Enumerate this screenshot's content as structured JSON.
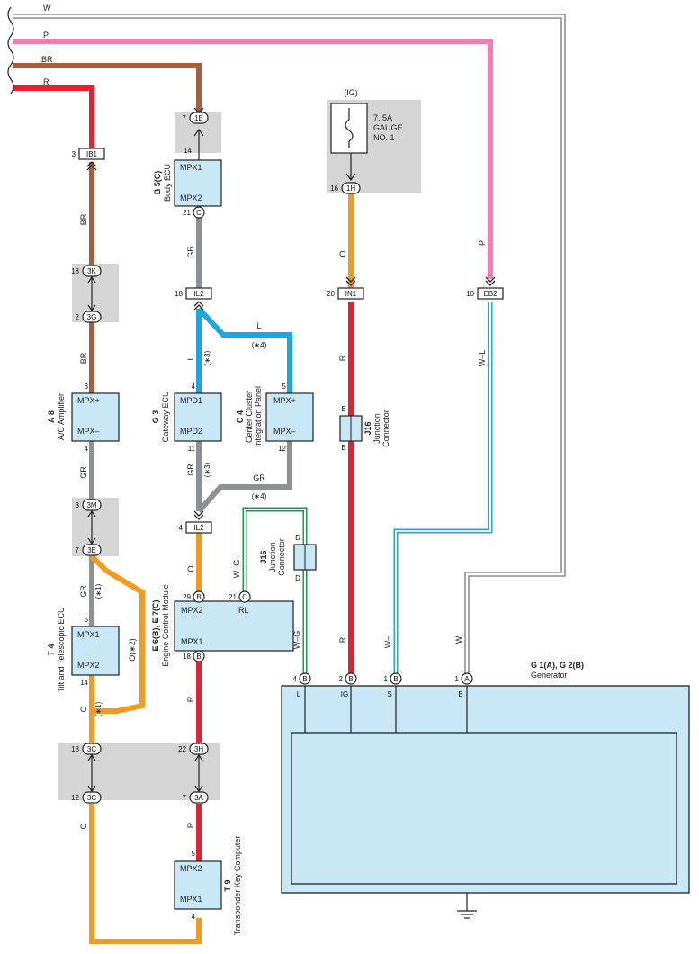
{
  "wires": {
    "w": "W",
    "p": "P",
    "br": "BR",
    "r": "R",
    "gr": "GR",
    "o": "O",
    "l": "L",
    "wl": "W–L",
    "wg": "W–G",
    "br_ib1": "BR",
    "br_3g": "BR",
    "gr_a8": "GR",
    "gr_t4": "GR",
    "o_t4": "O",
    "o_ic2": "O(∗2)",
    "gr_g3": "GR",
    "l_g3": "L",
    "gr_c4": "GR",
    "l_c4": "L",
    "o_e6": "O",
    "r_e6": "R",
    "r_3a": "R",
    "o_bottom": "O",
    "r_in1": "R",
    "r_j16": "R",
    "o_ig": "O",
    "p_eb2": "P",
    "wl_eb2": "W–L",
    "wl_gen": "W–L",
    "w_gen": "W",
    "wg_top": "W–G",
    "wg_gen": "W–G"
  },
  "notes": {
    "n1a": "(∗1)",
    "n1b": "(∗1)",
    "n3a": "(∗3)",
    "n3b": "(∗3)",
    "n4a": "(∗4)",
    "n4b": "(∗4)"
  },
  "connectors": {
    "ib1": {
      "code": "IB1",
      "pin": "3"
    },
    "il2_top": {
      "code": "IL2",
      "pin": "18"
    },
    "il2_bot": {
      "code": "IL2",
      "pin": "4"
    },
    "in1": {
      "code": "IN1",
      "pin": "20"
    },
    "eb2": {
      "code": "EB2",
      "pin": "10"
    }
  },
  "junctions": {
    "j_1e": {
      "code": "1E",
      "pin": "7"
    },
    "j_3k": {
      "code": "3K",
      "pin": "18"
    },
    "j_3g": {
      "code": "3G",
      "pin": "2"
    },
    "j_3m": {
      "code": "3M",
      "pin": "3"
    },
    "j_3e": {
      "code": "3E",
      "pin": "7"
    },
    "j_1h": {
      "code": "1H",
      "pin": "16"
    },
    "j_3c_top": {
      "code": "3C",
      "pin": "13"
    },
    "j_3c_bot": {
      "code": "3C",
      "pin": "12"
    },
    "j_3h": {
      "code": "3H",
      "pin": "22"
    },
    "j_3a": {
      "code": "3A",
      "pin": "7"
    }
  },
  "fuse": {
    "ig": "(IG)",
    "rating": "7. 5A",
    "line2": "GAUGE",
    "line3": "NO. 1"
  },
  "components": {
    "b5": {
      "ref": "B 5(C)",
      "name": "Body ECU",
      "top": "MPX1",
      "bottom": "MPX2",
      "pin_top": "14",
      "pin_bottom": "21",
      "bottom_code": "C"
    },
    "a8": {
      "ref": "A 8",
      "name": "A/C Amplifier",
      "top": "MPX+",
      "bottom": "MPX–",
      "pin_top": "3",
      "pin_bottom": "4"
    },
    "t4": {
      "ref": "T 4",
      "name": "Tilt and Telescopic ECU",
      "top": "MPX1",
      "bottom": "MPX2",
      "pin_top": "5",
      "pin_bottom": "14"
    },
    "g3": {
      "ref": "G 3",
      "name": "Gateway ECU",
      "top": "MPD1",
      "bottom": "MPD2",
      "pin_top": "4",
      "pin_bottom": "11"
    },
    "c4": {
      "ref": "C 4",
      "name1": "Center Cluster",
      "name2": "Integration Panel",
      "top": "MPX+",
      "bottom": "MPX–",
      "pin_top": "5",
      "pin_bottom": "12"
    },
    "e6": {
      "ref": "E 6(B), E 7(C)",
      "name": "Engine Control Module",
      "left_top": "MPX2",
      "right_top": "RL",
      "left_bottom": "MPX1",
      "pin_mpx2": "29",
      "code_mpx2": "B",
      "pin_rl": "21",
      "code_rl": "C",
      "pin_mpx1": "18",
      "code_mpx1": "B"
    },
    "t9": {
      "ref": "T 9",
      "name": "Transponder Key Computer",
      "top": "MPX2",
      "bottom": "MPX1",
      "pin_top": "5",
      "pin_bottom": "4"
    },
    "j16a": {
      "ref": "J16",
      "name1": "Junction",
      "name2": "Connector",
      "b_top": "B",
      "b_bot": "B"
    },
    "j16b": {
      "ref": "J16",
      "name1": "Junction",
      "name2": "Connector",
      "d_top": "D",
      "d_bot": "D"
    }
  },
  "generator": {
    "ref": "G 1(A), G 2(B)",
    "name": "Generator",
    "pins": [
      {
        "num": "4",
        "code": "B",
        "term": "L"
      },
      {
        "num": "2",
        "code": "B",
        "term": "IG"
      },
      {
        "num": "1",
        "code": "B",
        "term": "S"
      },
      {
        "num": "1",
        "code": "A",
        "term": "B"
      }
    ]
  },
  "colors": {
    "red": "#e8202a",
    "pink": "#ef7fb5",
    "brown": "#a65e3c",
    "orange": "#f39a1f",
    "gray": "#8f9091",
    "blue": "#1aa7e5",
    "green": "#1e9a4a",
    "light_blue": "#c8e8f8",
    "shade": "#d5d5d5"
  }
}
